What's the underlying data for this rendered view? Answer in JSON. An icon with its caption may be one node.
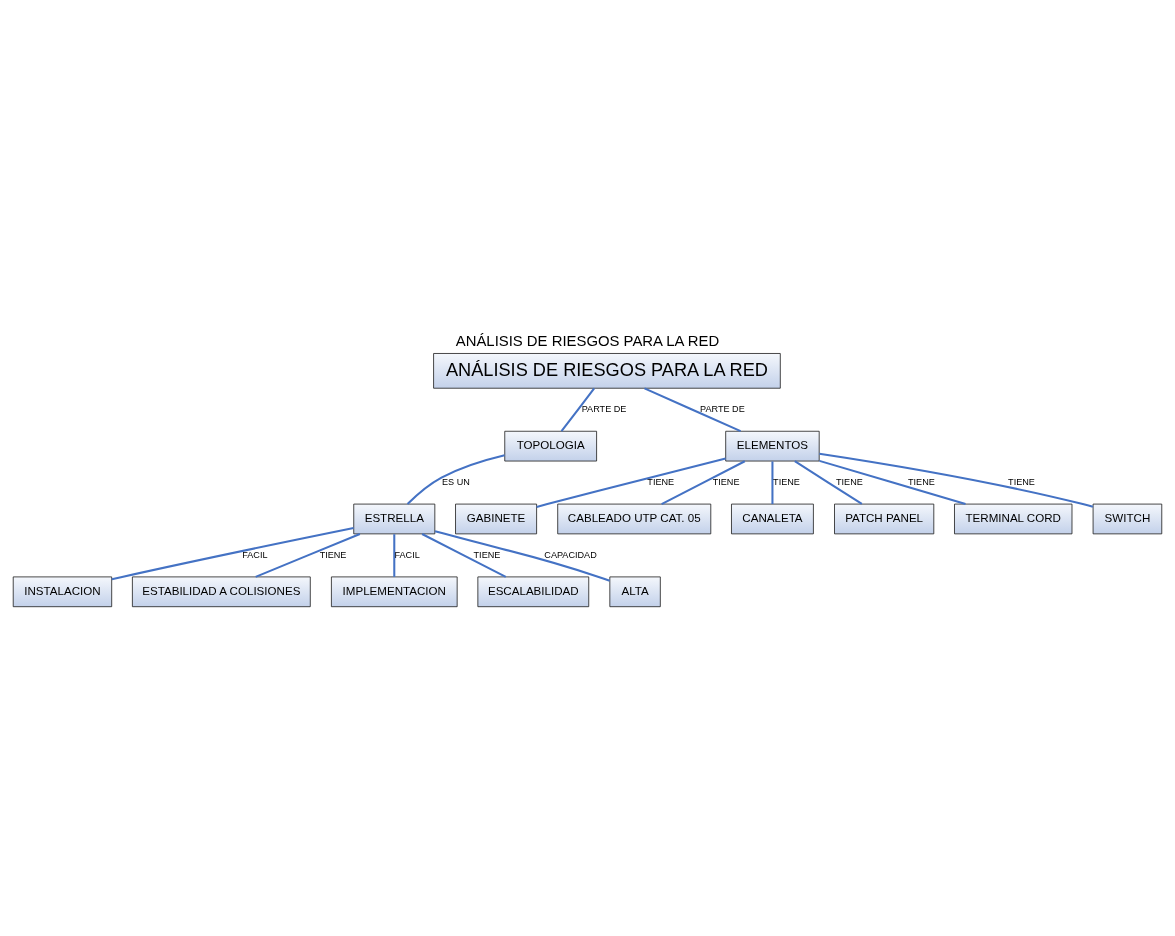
{
  "diagram": {
    "title": "ANÁLISIS DE RIESGOS PARA LA RED",
    "nodes": [
      {
        "text": [
          "ANÁLISIS DE RIESGOS PARA LA RED"
        ]
      },
      {
        "text": [
          "TOPOLOGIA"
        ]
      },
      {
        "text": [
          "ESTRELLA"
        ]
      },
      {
        "text": [
          "INSTALACION"
        ]
      },
      {
        "text": [
          "ESTABILIDAD A COLISIONES"
        ]
      },
      {
        "text": [
          "IMPLEMENTACION"
        ]
      },
      {
        "text": [
          "ESCALABILIDAD"
        ]
      },
      {
        "text": [
          "ALTA"
        ]
      },
      {
        "text": [
          "ELEMENTOS"
        ]
      },
      {
        "text": [
          "GABINETE"
        ]
      },
      {
        "text": [
          "CABLEADO UTP CAT. 05"
        ]
      },
      {
        "text": [
          "CANALETA"
        ]
      },
      {
        "text": [
          "PATCH PANEL"
        ]
      },
      {
        "text": [
          "TERMINAL CORD"
        ]
      },
      {
        "text": [
          "SWITCH"
        ]
      }
    ],
    "edges": [
      {
        "from": 0,
        "to": 1,
        "arrow": "none",
        "label": "PARTE DE"
      },
      {
        "from": 0,
        "to": 8,
        "arrow": "none",
        "label": "PARTE DE"
      },
      {
        "from": 1,
        "to": 2,
        "arrow": "none",
        "label": "ES UN"
      },
      {
        "from": 2,
        "to": 3,
        "arrow": "none",
        "label": "FACIL"
      },
      {
        "from": 2,
        "to": 4,
        "arrow": "none",
        "label": "TIENE"
      },
      {
        "from": 2,
        "to": 5,
        "arrow": "none",
        "label": "FACIL"
      },
      {
        "from": 2,
        "to": 6,
        "arrow": "none",
        "label": "TIENE"
      },
      {
        "from": 2,
        "to": 7,
        "arrow": "none",
        "label": "CAPACIDAD"
      },
      {
        "from": 8,
        "to": 9,
        "arrow": "none",
        "label": "TIENE"
      },
      {
        "from": 8,
        "to": 10,
        "arrow": "none",
        "label": "TIENE"
      },
      {
        "from": 8,
        "to": 11,
        "arrow": "none",
        "label": "TIENE"
      },
      {
        "from": 8,
        "to": 12,
        "arrow": "none",
        "label": "TIENE"
      },
      {
        "from": 8,
        "to": 13,
        "arrow": "none",
        "label": "TIENE"
      },
      {
        "from": 8,
        "to": 14,
        "arrow": "none",
        "label": "TIENE"
      }
    ]
  }
}
